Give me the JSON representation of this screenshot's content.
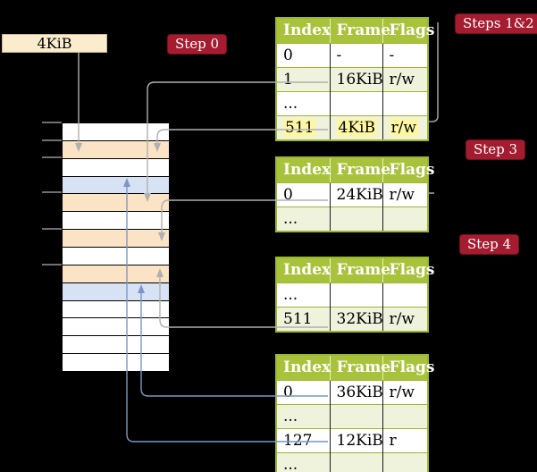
{
  "register_box": {
    "label": "4KiB"
  },
  "badges": {
    "step0": "Step 0",
    "steps12": "Steps 1&2",
    "step3": "Step 3",
    "step4": "Step 4"
  },
  "page_tables": [
    {
      "name": "root-page-table",
      "headers": [
        "Index",
        "Frame",
        "Flags"
      ],
      "rows": [
        {
          "cells": [
            "0",
            "-",
            "-"
          ],
          "shaded": false,
          "highlighted": false
        },
        {
          "cells": [
            "1",
            "16KiB",
            "r/w"
          ],
          "shaded": true,
          "highlighted": false
        },
        {
          "cells": [
            "...",
            "",
            ""
          ],
          "shaded": false,
          "highlighted": false
        },
        {
          "cells": [
            "511",
            "4KiB",
            "r/w"
          ],
          "shaded": true,
          "highlighted": true
        }
      ]
    },
    {
      "name": "step3-page-table",
      "headers": [
        "Index",
        "Frame",
        "Flags"
      ],
      "rows": [
        {
          "cells": [
            "0",
            "24KiB",
            "r/w"
          ],
          "shaded": false,
          "highlighted": false
        },
        {
          "cells": [
            "...",
            "",
            ""
          ],
          "shaded": true,
          "highlighted": false
        }
      ]
    },
    {
      "name": "step4-page-table",
      "headers": [
        "Index",
        "Frame",
        "Flags"
      ],
      "rows": [
        {
          "cells": [
            "...",
            "",
            ""
          ],
          "shaded": false,
          "highlighted": false
        },
        {
          "cells": [
            "511",
            "32KiB",
            "r/w"
          ],
          "shaded": true,
          "highlighted": false
        }
      ]
    },
    {
      "name": "leaf-page-table",
      "headers": [
        "Index",
        "Frame",
        "Flags"
      ],
      "rows": [
        {
          "cells": [
            "0",
            "36KiB",
            "r/w"
          ],
          "shaded": false,
          "highlighted": false
        },
        {
          "cells": [
            "...",
            "",
            ""
          ],
          "shaded": true,
          "highlighted": false
        },
        {
          "cells": [
            "127",
            "12KiB",
            "r"
          ],
          "shaded": false,
          "highlighted": false
        },
        {
          "cells": [
            "...",
            "",
            ""
          ],
          "shaded": true,
          "highlighted": false
        }
      ]
    }
  ],
  "memory": {
    "rows": [
      {
        "kind": "free"
      },
      {
        "kind": "pagetable"
      },
      {
        "kind": "free"
      },
      {
        "kind": "page"
      },
      {
        "kind": "pagetable"
      },
      {
        "kind": "free"
      },
      {
        "kind": "pagetable"
      },
      {
        "kind": "free"
      },
      {
        "kind": "pagetable"
      },
      {
        "kind": "page"
      },
      {
        "kind": "free"
      },
      {
        "kind": "free"
      },
      {
        "kind": "free"
      },
      {
        "kind": "free"
      }
    ]
  },
  "colors": {
    "background": "#000000",
    "badge": "#a51c30",
    "table_header": "#a9c23b",
    "table_border": "#9cb72f",
    "table_row_shaded": "#eff3dc",
    "highlight": "#fdf7a1",
    "memory_pagetable": "#fbe3c6",
    "memory_page": "#d7e3f4",
    "register_box": "#faeccd",
    "connector_gray": "#b0b0b0",
    "connector_blue": "#7a97c6"
  }
}
